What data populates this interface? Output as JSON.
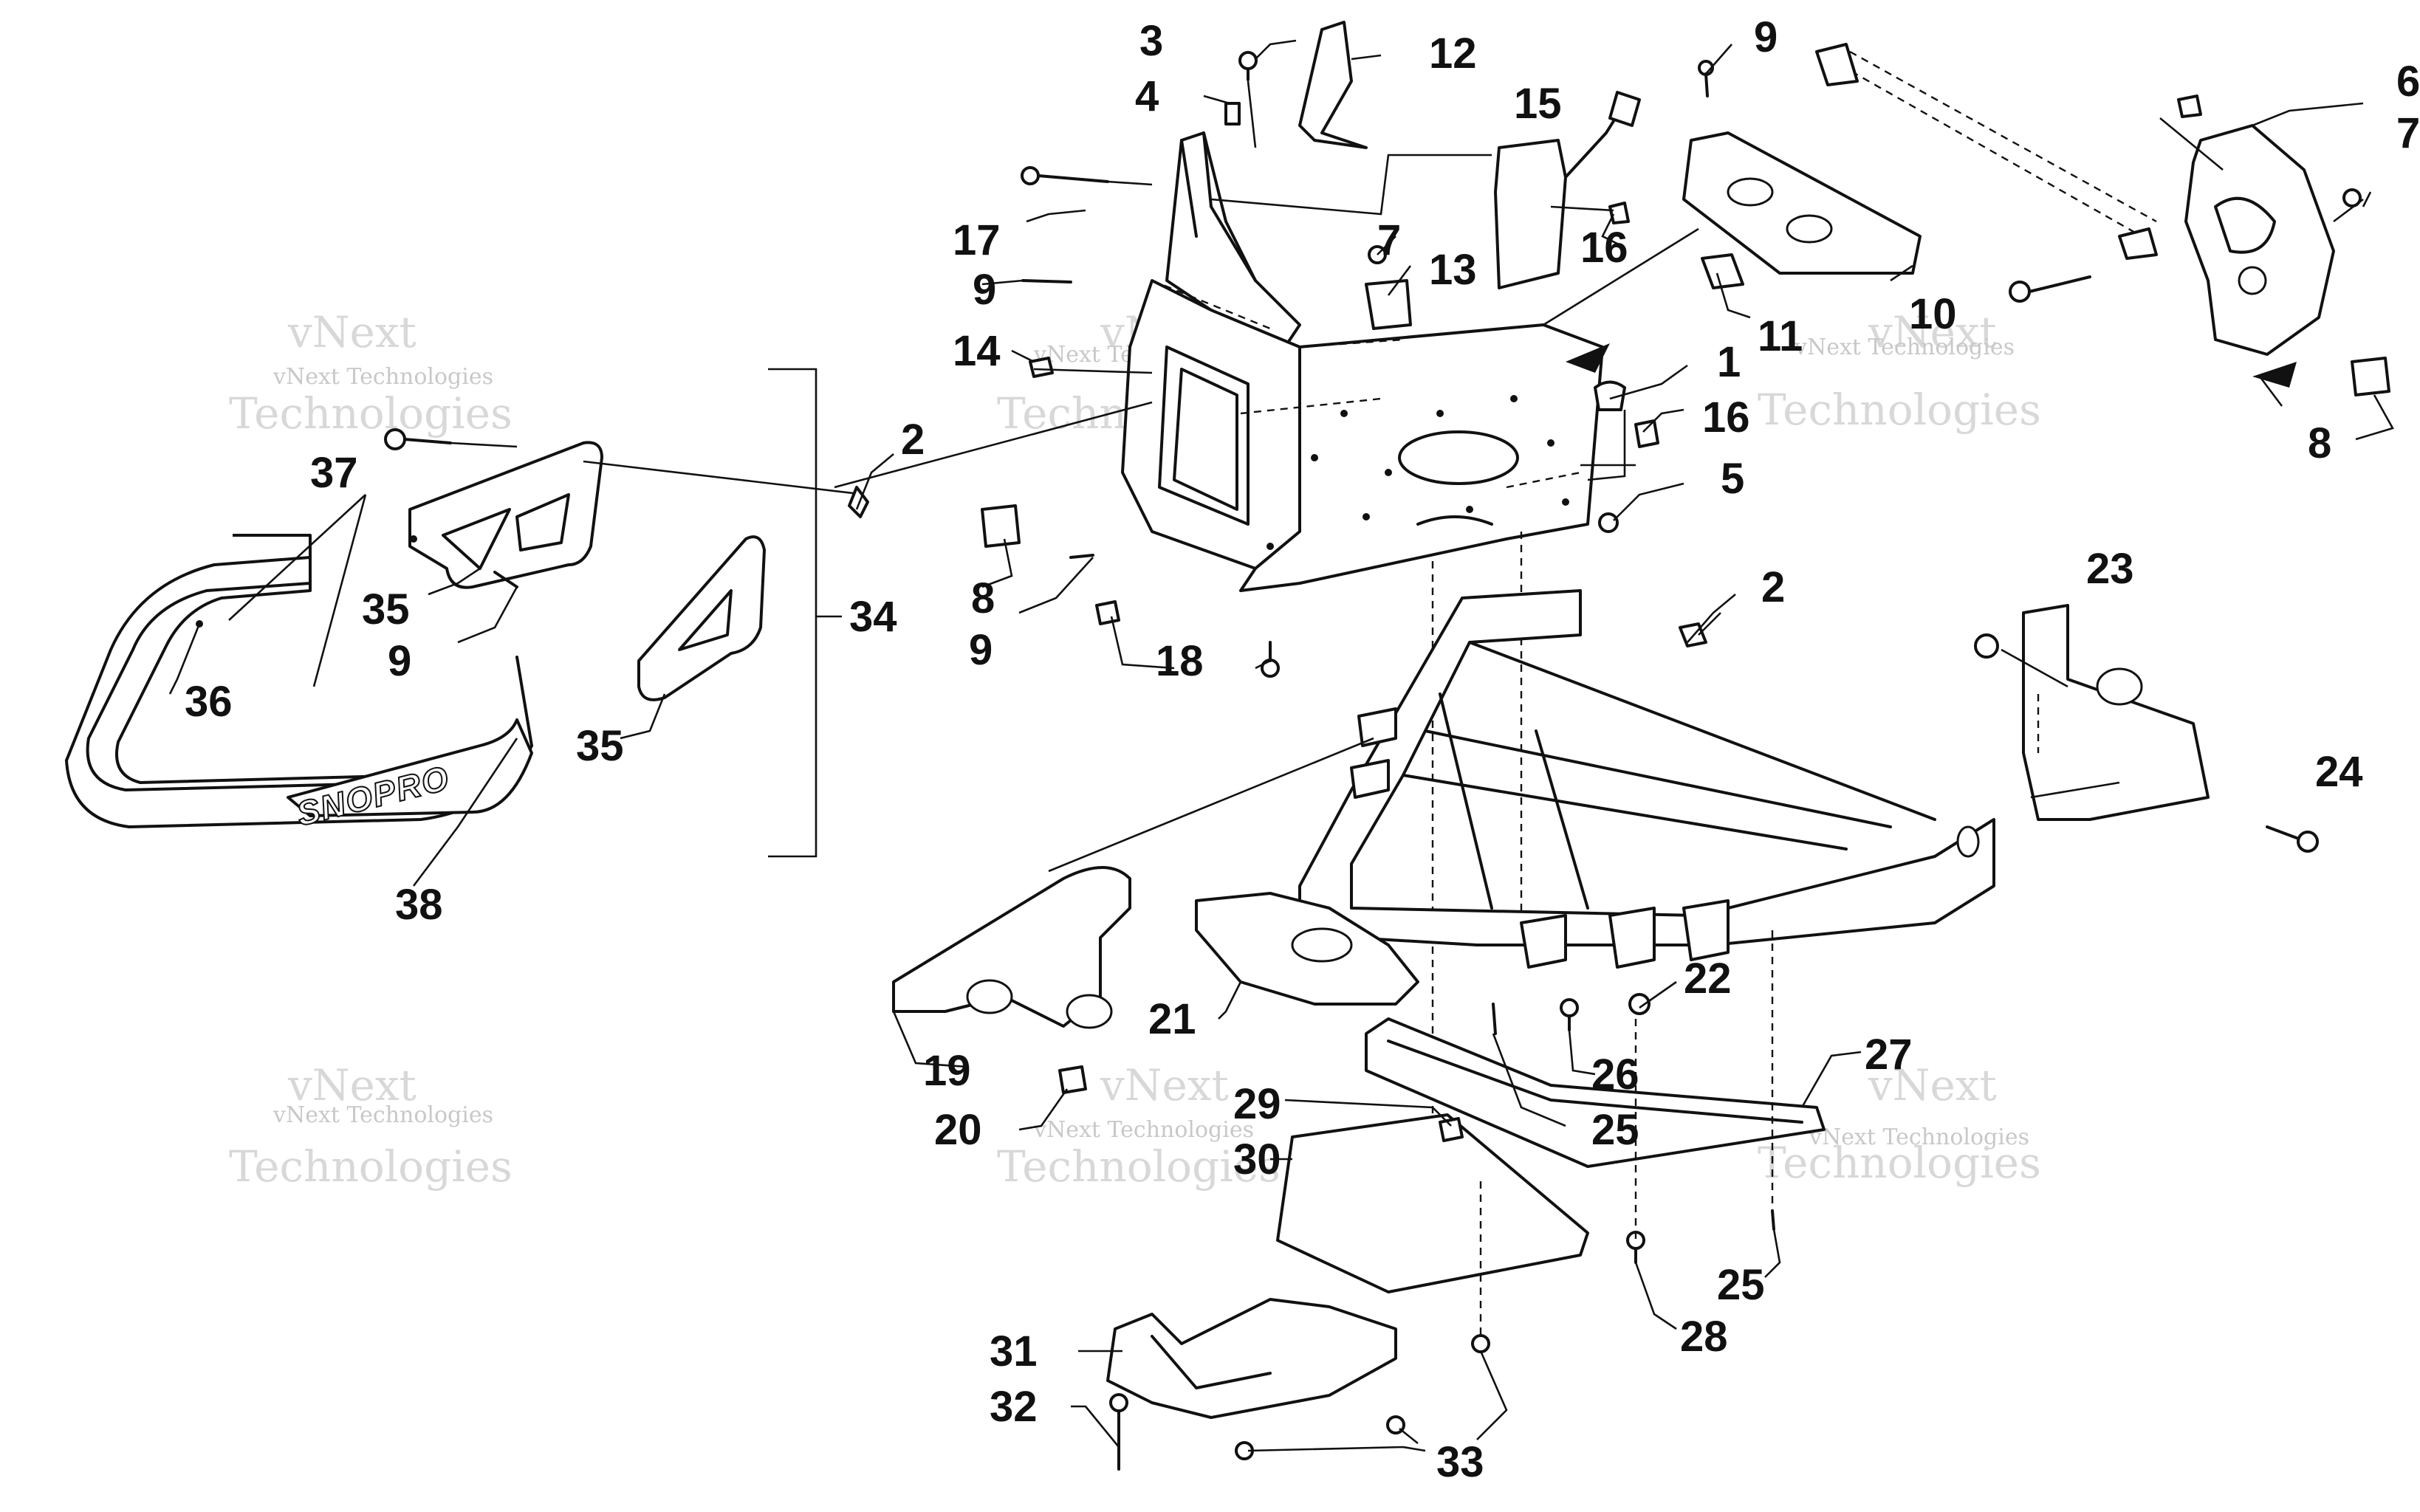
{
  "watermark": {
    "company": "vNext Technologies",
    "word1": "vNext",
    "word2": "Technologies"
  },
  "logo": {
    "text": "SNOPRO"
  },
  "callouts": {
    "c1": "1",
    "c2a": "2",
    "c2b": "2",
    "c3": "3",
    "c4": "4",
    "c5": "5",
    "c6": "6",
    "c7a": "7",
    "c7b": "7",
    "c8a": "8",
    "c8b": "8",
    "c9a": "9",
    "c9b": "9",
    "c9c": "9",
    "c9d": "9",
    "c10": "10",
    "c11": "11",
    "c12": "12",
    "c13": "13",
    "c14": "14",
    "c15": "15",
    "c16a": "16",
    "c16b": "16",
    "c17": "17",
    "c18": "18",
    "c19": "19",
    "c20": "20",
    "c21": "21",
    "c22": "22",
    "c23": "23",
    "c24": "24",
    "c25a": "25",
    "c25b": "25",
    "c26": "26",
    "c27": "27",
    "c28": "28",
    "c29": "29",
    "c30": "30",
    "c31": "31",
    "c32": "32",
    "c33": "33",
    "c34": "34",
    "c35a": "35",
    "c35b": "35",
    "c36": "36",
    "c37": "37",
    "c38": "38"
  }
}
